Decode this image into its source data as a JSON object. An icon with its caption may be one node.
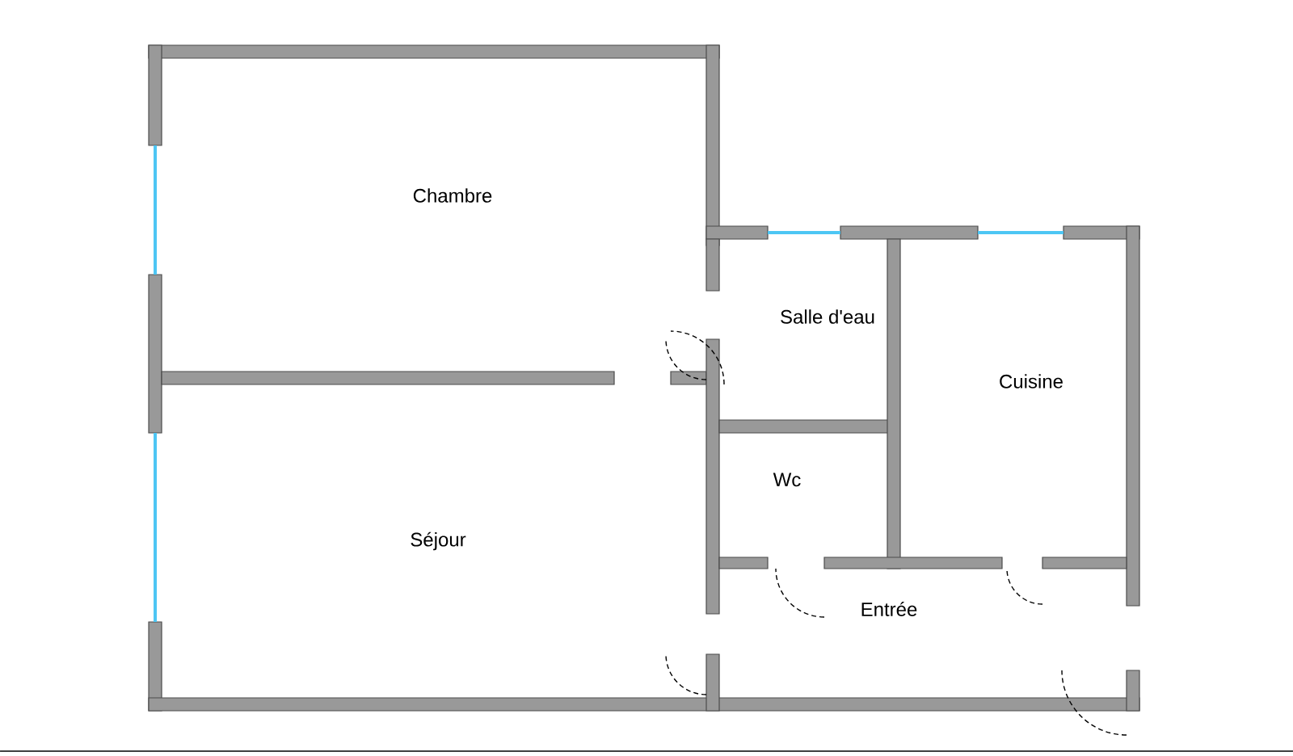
{
  "diagram": {
    "nodes": [
      {
        "text": [
          "Chambre"
        ]
      },
      {
        "text": [
          "Salle d'eau"
        ]
      },
      {
        "text": [
          "Cuisine"
        ]
      },
      {
        "text": [
          "Wc"
        ]
      },
      {
        "text": [
          "Séjour"
        ]
      },
      {
        "text": [
          "Entrée"
        ]
      }
    ]
  }
}
